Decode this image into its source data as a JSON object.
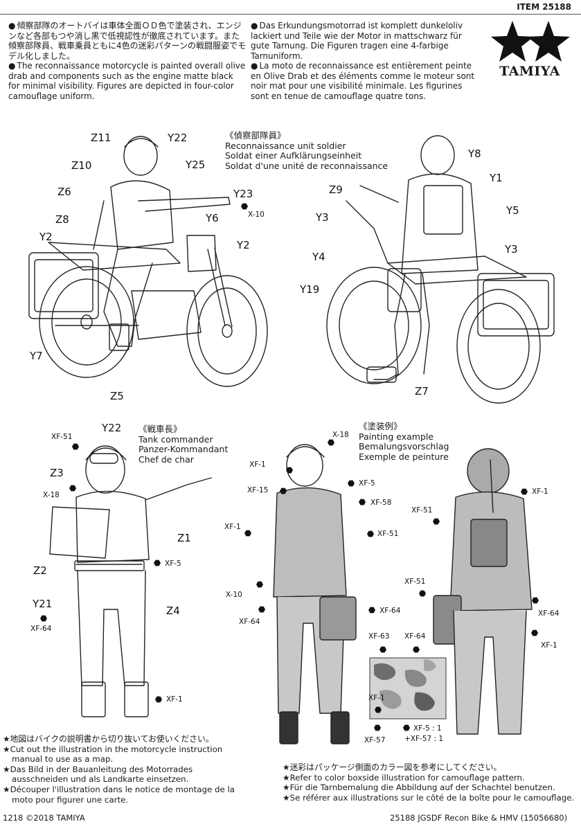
{
  "header": {
    "item_number": "ITEM 25188"
  },
  "logo": {
    "brand": "TAMIYA"
  },
  "intro": {
    "jp": "傾察部隊のオートバイは車体全面ＯＤ色で塗装され、エンジンなど各部もつや消し黒で低視認性が徹底されています。また傾察部隊員、戦車乗員ともに4色の迷彩パターンの戦闘服姿でモデル化しました。",
    "en": "The reconnaissance motorcycle is painted overall olive drab and components such as the engine matte black for minimal visibility. Figures are depicted in four-color camouflage uniform.",
    "de": "Das Erkundungsmotorrad ist komplett dunkeloliv lackiert und Teile wie der Motor in mattschwarz für gute Tarnung. Die Figuren tragen eine 4-farbige Tarnuniform.",
    "fr": "La moto de reconnaissance est entièrement peinte en Olive Drab et des éléments comme le moteur sont noir mat pour une visibilité minimale. Les figurines sont en tenue de camouflage quatre tons."
  },
  "sections": {
    "recon": {
      "jp": "《偵察部隊員》",
      "en": "Reconnaissance unit soldier",
      "de": "Soldat einer Aufklärungseinheit",
      "fr": "Soldat d'une unité de reconnaissance"
    },
    "commander": {
      "jp": "《戦車長》",
      "en": "Tank commander",
      "de": "Panzer-Kommandant",
      "fr": "Chef de char"
    },
    "painting": {
      "jp": "《塗装例》",
      "en": "Painting example",
      "de": "Bemalungsvorschlag",
      "fr": "Exemple de peinture"
    }
  },
  "parts": {
    "z11": "Z11",
    "y22a": "Y22",
    "z10": "Z10",
    "y25": "Y25",
    "z6": "Z6",
    "y23": "Y23",
    "z8": "Z8",
    "y6": "Y6",
    "y2a": "Y2",
    "y2b": "Y2",
    "y7": "Y7",
    "z5": "Z5",
    "y8": "Y8",
    "z9": "Z9",
    "y1": "Y1",
    "y5": "Y5",
    "y3a": "Y3",
    "y3b": "Y3",
    "y4": "Y4",
    "y19": "Y19",
    "z7": "Z7",
    "y22b": "Y22",
    "z3": "Z3",
    "z1": "Z1",
    "z2": "Z2",
    "y21": "Y21",
    "z4": "Z4"
  },
  "paints": {
    "x10_bike": "X-10",
    "cmd_xf51": "XF-51",
    "cmd_x18": "X-18",
    "cmd_xf5": "XF-5",
    "cmd_xf64": "XF-64",
    "cmd_xf1": "XF-1",
    "f_x18": "X-18",
    "f_xf1a": "XF-1",
    "f_xf5": "XF-5",
    "f_xf15": "XF-15",
    "f_xf58": "XF-58",
    "f_xf1b": "XF-1",
    "f_xf51": "XF-51",
    "f_x10": "X-10",
    "f_xf64a": "XF-64",
    "f_xf64b": "XF-64",
    "b_xf1a": "XF-1",
    "b_xf51a": "XF-51",
    "b_xf51b": "XF-51",
    "b_xf64": "XF-64",
    "b_xf1b": "XF-1",
    "s_xf63": "XF-63",
    "s_xf64": "XF-64",
    "s_xf1": "XF-1",
    "s_xf57": "XF-57",
    "mix_a": "XF-5 : 1",
    "mix_b": "+XF-57 : 1"
  },
  "notes_left": [
    "地図はバイクの説明書から切り抜いてお使いください。",
    "Cut out the illustration in the motorcycle instruction",
    "manual to use as a map.",
    "Das Bild in der Bauanleitung des Motorrades",
    "ausschneiden und als Landkarte einsetzen.",
    "Découper l'illustration dans le notice de montage de la",
    "moto pour figurer une carte."
  ],
  "notes_right": [
    "迷彩はパッケージ側面のカラー図を参考にしてください。",
    "Refer to color boxside illustration for camouflage pattern.",
    "Für die Tarnbemalung die Abbildung auf der Schachtel benutzen.",
    "Se référer aux illustrations sur le côté de la boîte pour le camouflage."
  ],
  "footer": {
    "left": "1218 ©2018 TAMIYA",
    "right": "25188 JGSDF Recon Bike & HMV (15056680)"
  },
  "colors": {
    "ink": "#1a1a1a",
    "camo_dark": "#5a5a5a",
    "camo_light": "#cfcfcf"
  }
}
